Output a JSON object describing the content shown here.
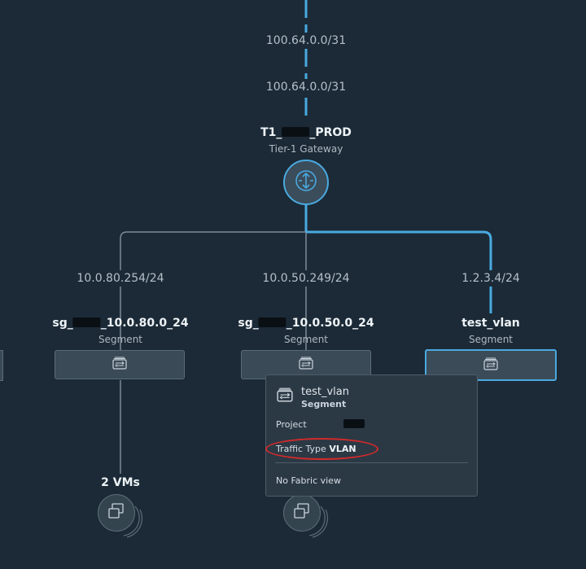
{
  "uplink": {
    "addr_top": "100.64.0.0/31",
    "addr_bottom": "100.64.0.0/31"
  },
  "gateway": {
    "name_prefix": "T1_",
    "name_suffix": "_PROD",
    "type": "Tier-1 Gateway",
    "icon": "router-icon"
  },
  "segments": [
    {
      "addr": "10.0.80.254/24",
      "name_prefix": "sg_",
      "name_suffix": "_10.0.80.0_24",
      "type": "Segment",
      "icon": "segment-icon",
      "vms": "2 VMs"
    },
    {
      "addr": "10.0.50.249/24",
      "name_prefix": "sg_",
      "name_suffix": "_10.0.50.0_24",
      "type": "Segment",
      "icon": "segment-icon"
    },
    {
      "addr": "1.2.3.4/24",
      "name": "test_vlan",
      "type": "Segment",
      "icon": "segment-icon"
    }
  ],
  "popup": {
    "title": "test_vlan",
    "subtitle": "Segment",
    "project_label": "Project",
    "traffic_type_label": "Traffic Type",
    "traffic_type_value": "VLAN",
    "fabric_link": "No Fabric view"
  },
  "colors": {
    "background": "#1b2a36",
    "active_link": "#49a9e0",
    "inactive_link": "#7d8a95",
    "annotation": "#d22a2a"
  }
}
